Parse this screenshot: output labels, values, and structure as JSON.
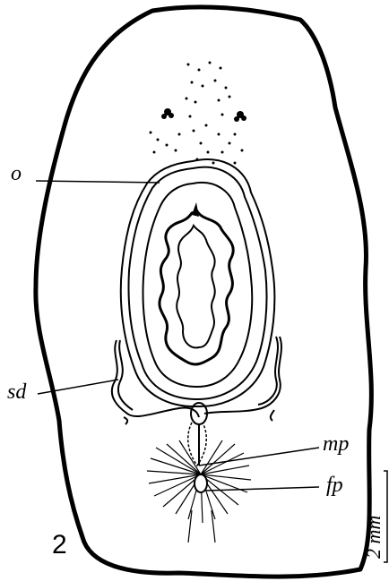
{
  "figure": {
    "number": "2",
    "labels": {
      "o": "o",
      "sd": "sd",
      "mp": "mp",
      "fp": "fp"
    },
    "scale_bar": "2 mm"
  }
}
